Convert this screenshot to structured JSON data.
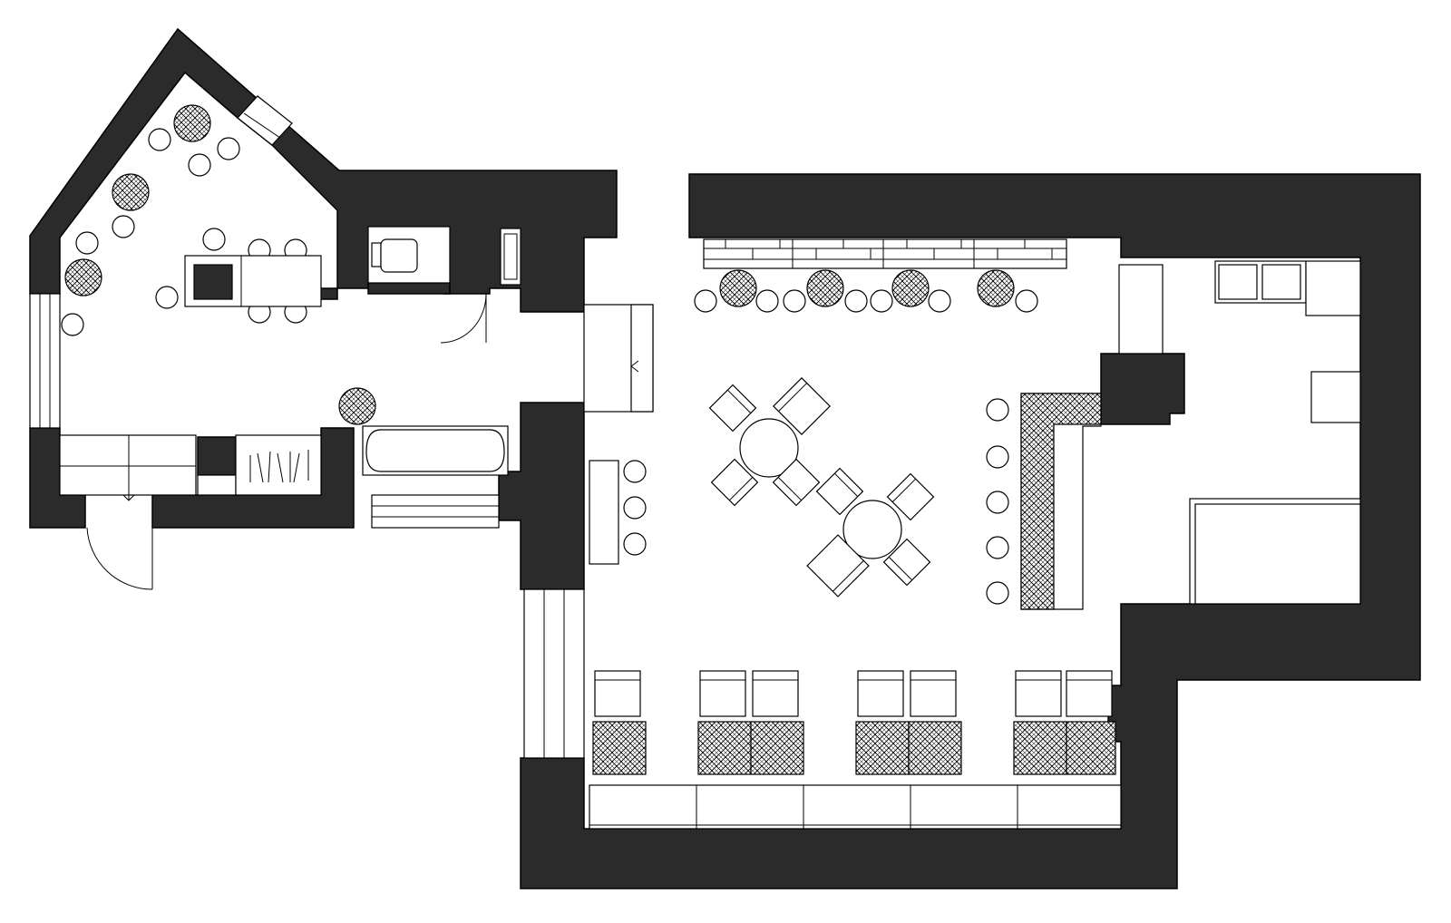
{
  "plan": {
    "colors": {
      "wall": "#2b2b2b",
      "line": "#000000",
      "background": "#ffffff"
    },
    "symbols": [
      "stool",
      "planter",
      "chair",
      "round-table",
      "armchair",
      "sofa",
      "bar-counter",
      "door",
      "window",
      "toilet",
      "bathtub",
      "sink",
      "shelving",
      "cabinet"
    ]
  }
}
